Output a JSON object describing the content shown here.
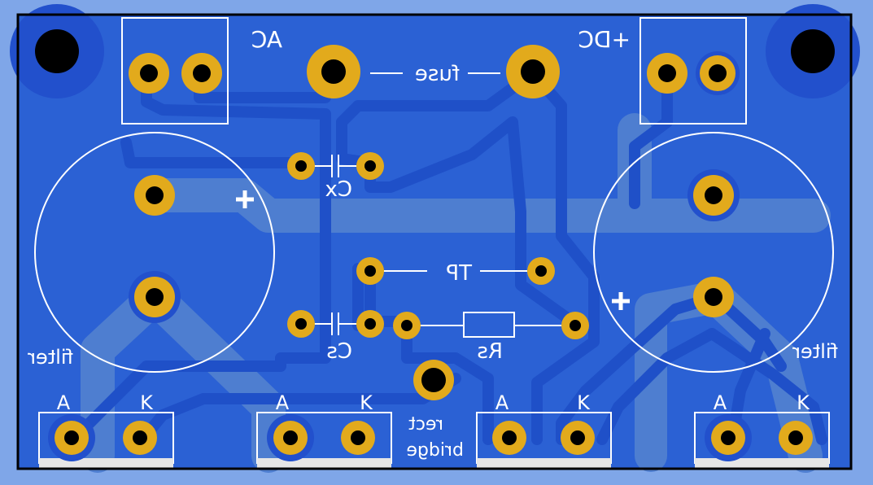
{
  "colors": {
    "background": "#7fa6e8",
    "copper_plane": "#2b61d4",
    "track_back": "#4e7ed0",
    "track_front": "#1f50c8",
    "mounting_hole": "#2250cc",
    "pad": "#e2aa1c",
    "drill": "#000000",
    "silkscreen": "#ffffff",
    "outline": "#000000",
    "label_strip": "#e6e6e6"
  },
  "labels": {
    "ac": "AC",
    "dc_plus": "+DC",
    "fuse": "fuse",
    "cx": "Cx",
    "tp": "TP",
    "cs": "Cs",
    "rs": "Rs",
    "filter_left": "filter",
    "filter_right": "filter",
    "plus_left": "+",
    "plus_right": "+",
    "rect_line1": "rect",
    "rect_line2": "bridge",
    "anode": "A",
    "cathode": "K"
  },
  "icons": [
    "mounting-hole-icon",
    "pad-icon",
    "capacitor-symbol-icon",
    "resistor-symbol-icon",
    "diode-footprint-icon",
    "electrolytic-capacitor-icon"
  ]
}
